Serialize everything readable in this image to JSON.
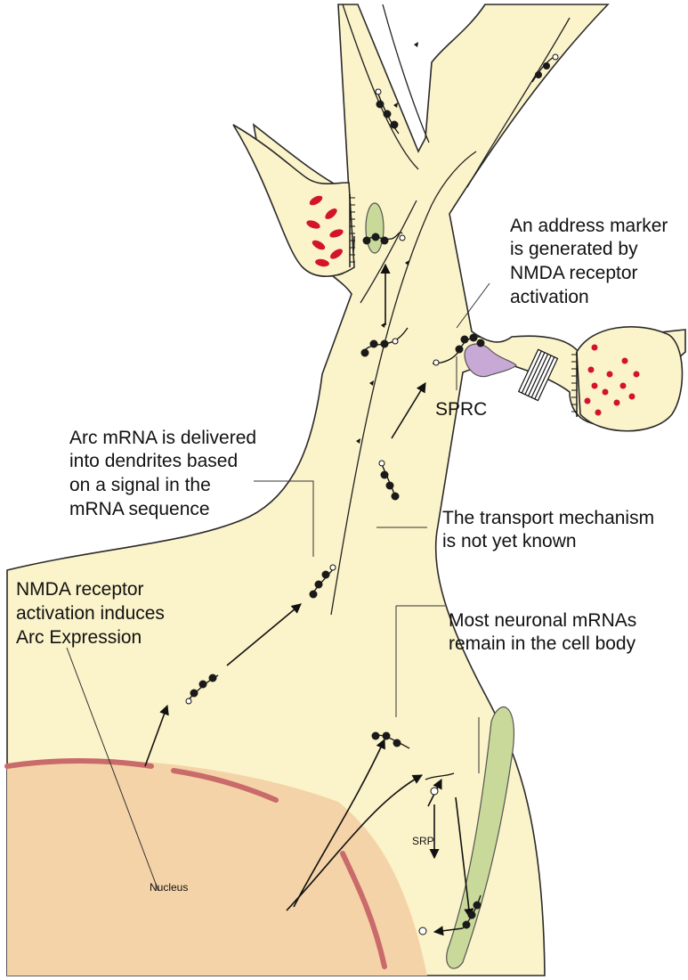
{
  "labels": {
    "address_marker": [
      "An address marker",
      "is generated by",
      "NMDA receptor",
      "activation"
    ],
    "sprc": "SPRC",
    "arc_delivery": [
      "Arc mRNA is delivered",
      "into dendrites based",
      "on a signal in the",
      "mRNA sequence"
    ],
    "transport": [
      "The transport mechanism",
      "is not yet known"
    ],
    "nmda_induction": [
      "NMDA receptor",
      "activation induces",
      "Arc Expression"
    ],
    "most_mrnas": [
      "Most neuronal mRNAs",
      "remain in the cell body"
    ],
    "nucleus": "Nucleus",
    "srp": "SRP"
  },
  "colors": {
    "cytoplasm": "#fbf3c9",
    "nucleus": "#f5d3a8",
    "nuclear_envelope": "#c96b6b",
    "vesicle": "#d2142d",
    "er": "#c9d99a",
    "sprc": "#c8a9d6",
    "mrna_bead": "#1a1a1a"
  }
}
